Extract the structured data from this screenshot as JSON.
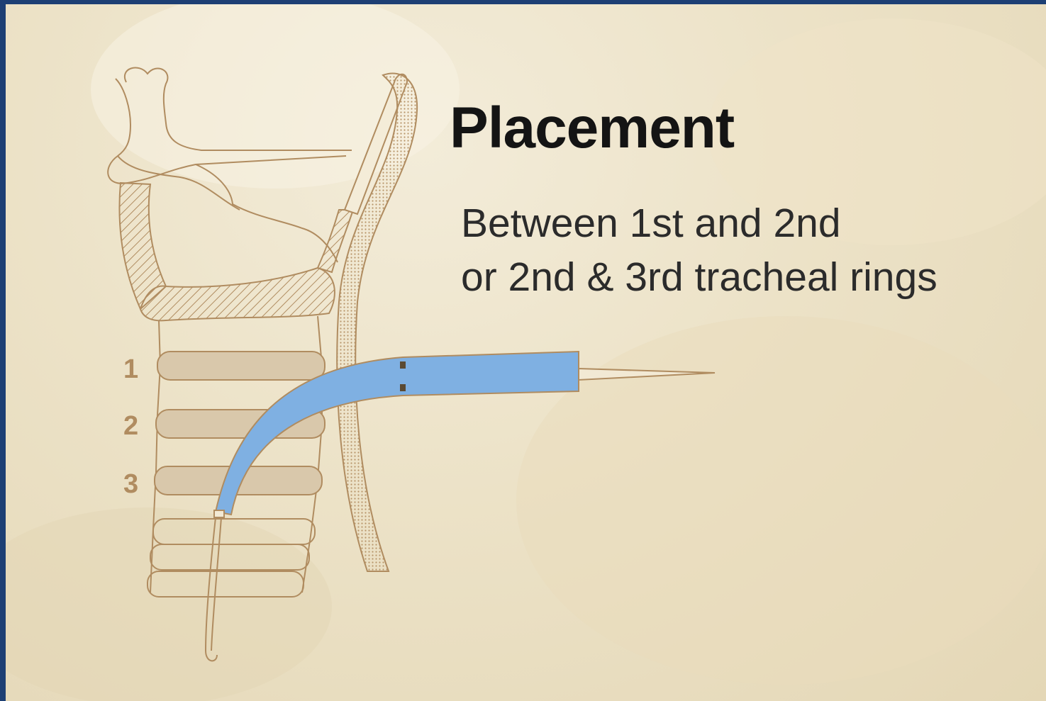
{
  "title": "Placement",
  "subtitle": {
    "line1": "Between 1st and 2nd",
    "line2": "or 2nd & 3rd tracheal rings"
  },
  "ring_labels": [
    "1",
    "2",
    "3"
  ],
  "colors": {
    "frame": "#1d3f74",
    "background": "#ece2c7",
    "outline": "#b08c60",
    "ring_fill": "#d9c8ab",
    "tube": "#7fb0e2"
  }
}
